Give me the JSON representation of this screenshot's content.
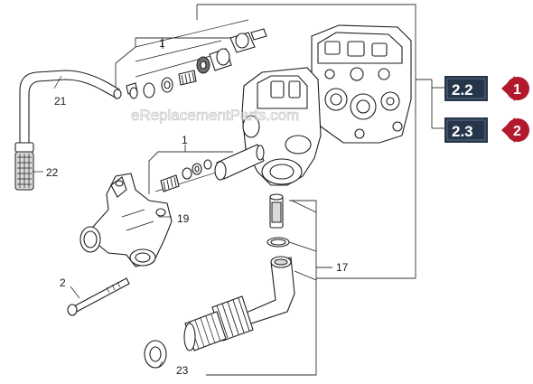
{
  "labels": {
    "p1a": "1",
    "p1b": "1",
    "p2": "2",
    "p17": "17",
    "p19": "19",
    "p21": "21",
    "p22": "22",
    "p23": "23"
  },
  "refs": [
    {
      "text": "2.2",
      "badge": "1"
    },
    {
      "text": "2.3",
      "badge": "2"
    }
  ],
  "watermark": "eReplacementParts.com",
  "colors": {
    "ref_box": "#25354a",
    "badge": "#b3192c",
    "line": "#1e1e1e"
  }
}
